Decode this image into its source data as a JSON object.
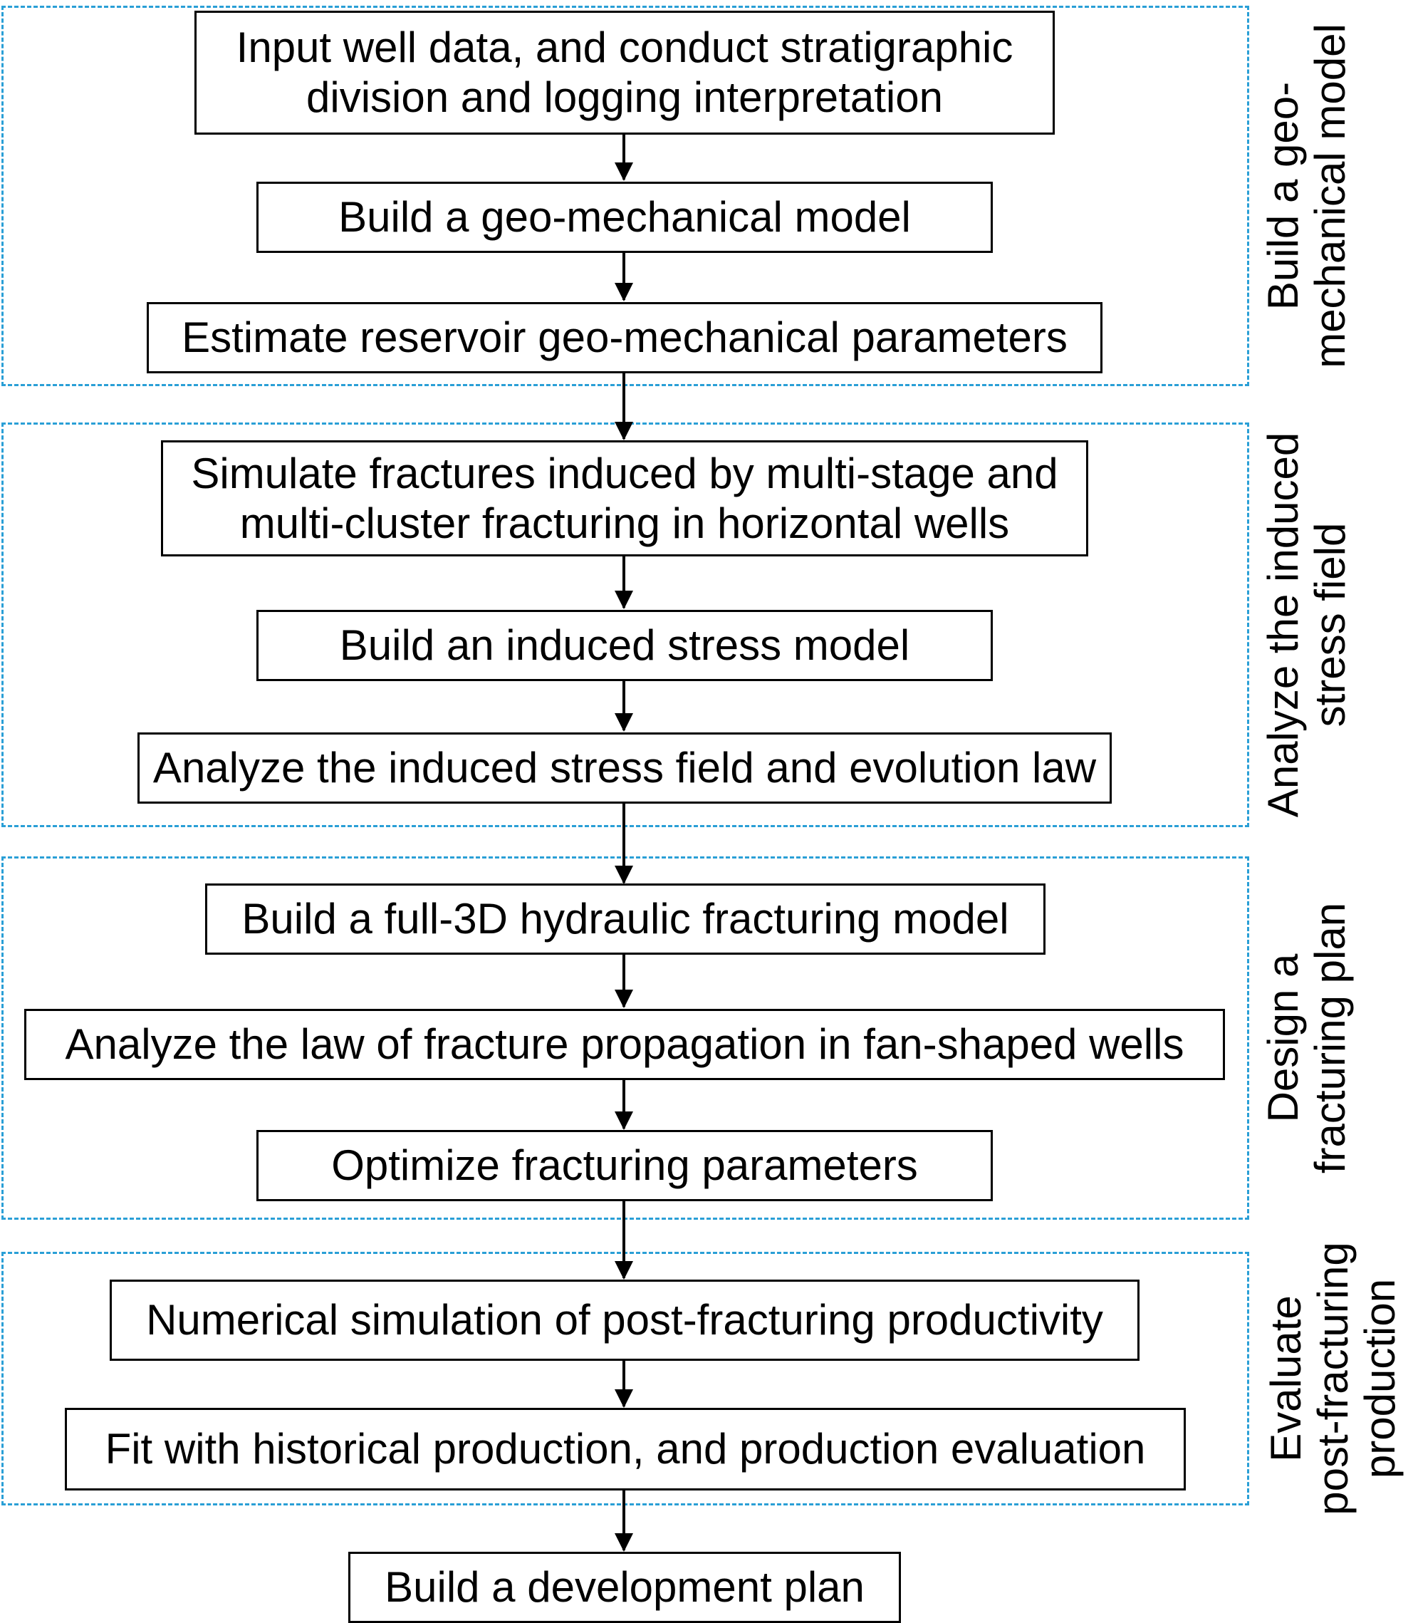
{
  "steps": {
    "input_well_data": "Input well data, and conduct stratigraphic\ndivision and logging interpretation",
    "build_geo_model": "Build a geo-mechanical model",
    "estimate_parameters": "Estimate reservoir geo-mechanical parameters",
    "simulate_fractures": "Simulate fractures induced by multi-stage and\nmulti-cluster fracturing in horizontal wells",
    "build_induced_stress_model": "Build an induced stress model",
    "analyze_stress_field": "Analyze the induced stress field and evolution law",
    "build_3d_model": "Build a full-3D hydraulic fracturing model",
    "analyze_propagation": "Analyze the law of fracture propagation in fan-shaped wells",
    "optimize_parameters": "Optimize fracturing parameters",
    "numerical_simulation": "Numerical simulation of post-fracturing productivity",
    "fit_history": "Fit with historical production, and production evaluation",
    "development_plan": "Build a development plan"
  },
  "stages": {
    "geo_model": {
      "line1": "Build a geo-",
      "line2": "mechanical model",
      "line3": ""
    },
    "induced_stress": {
      "line1": "Analyze the induced",
      "line2": "stress field",
      "line3": ""
    },
    "fracturing_plan": {
      "line1": "Design a",
      "line2": "fracturing plan",
      "line3": ""
    },
    "production": {
      "line1": "Evaluate",
      "line2": "post-fracturing",
      "line3": "production"
    }
  },
  "colors": {
    "group_border": "#2a9fd6",
    "box_border": "#000000",
    "arrow": "#000000"
  }
}
